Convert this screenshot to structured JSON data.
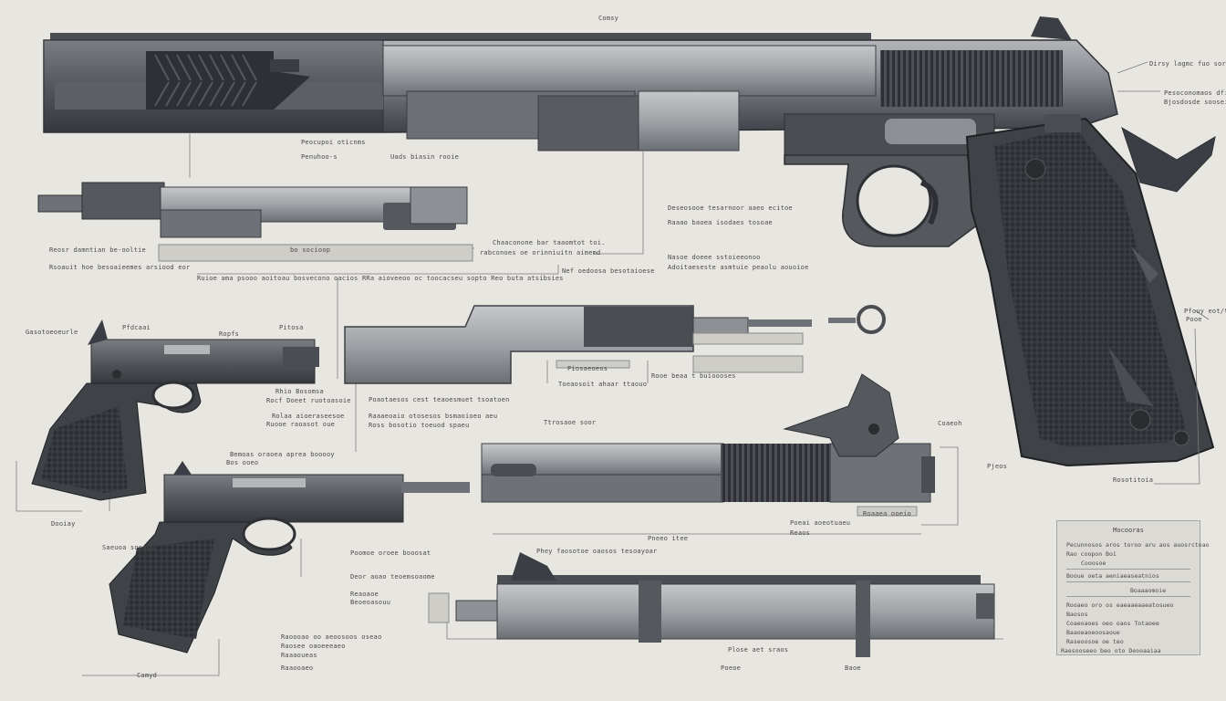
{
  "labels": {
    "top_center": "Comsy",
    "right_1": "Dirsy lagmc fuo sorsea",
    "right_2a": "Pesoconomaos dfiesoc",
    "right_2b": "Bjosdosde sooseia",
    "left_a1": "Peocupoi oticnms",
    "left_a2": "Penuhoo-s",
    "left_a3": "Uads biasin rooie",
    "left_b1": "Reosr damntian be-ooltie",
    "left_b2": "Rsoauit hoe besoaieemes arsiood eor",
    "left_b3": "Ruioe ama psooo aoitoau bosvecono oacios RRa aioveeoo oc toocacseu sopto Reo buta atsibsies",
    "left_b4": "bo socioop",
    "mid_a1": "Chaaconone bar taaomtot toi.",
    "mid_a2": "rabconoes oe orinniuitn aimemd",
    "mid_a3": "Nef oedoosa besotaioese",
    "mid_b1": "Deseosooe tesarnoor aaeo ecitoe",
    "mid_b2": "Raaao baoea isodaes tosoae",
    "mid_c1": "Nasoe doeee sstoieeonoo",
    "mid_c2": "Ross bosotio toeuod spaeu",
    "mid_c3": "Adoitaeseste asmtuie peaolu aouoioe",
    "gun2_top1": "Gasotoeoeurle",
    "gun2_top2": "Pfdcaai",
    "gun2_top3": "Ropfs",
    "gun2_top4": "Pitosa",
    "gun2_r1": "Rhio  Bosomsa",
    "gun2_r2": "Rocf Doeet ruotoasoie",
    "gun2_r3": "Rolaa  aioeraseesoe",
    "gun2_r4": "Ruooe raoasot oue",
    "gun2_bottom": "Dooiay",
    "mid_d1": "Poaotaesos cest teaoesmuet tsoatoen",
    "mid_d2": "Raaaeoaio otosesos bsmaoioeo aeu",
    "slide_a": "Ttrosaoe soor",
    "slide_b1": "Piosaeoeos",
    "slide_b2": "Rooe beaa t  buioooses",
    "slide_b3": "Toeaosoit ahaar ttaouo",
    "right_c1": "Coaeoh",
    "right_c2": "Pjeos",
    "right_d": "Rosotitoia",
    "fc1": "Pfouy eot/tee",
    "fc2": "Poeai aoeotuaeu",
    "fc3": "Pooe",
    "fc4": "Roaaea ooeio",
    "g3_1": "Bemoas oraoea aprea booooy",
    "g3_2": "Bos ooeo",
    "g3_3": "Saeuoa sooasu",
    "g3_4": "Poomoe oroee booosat",
    "g3_5": "Deor aoao teoemsoaome",
    "g3_6": "Reaoaoe",
    "g3_7": "Beoeoasouu",
    "g3_8": "Raoooao oo aeoosoos oseao",
    "g3_9": "Raosee oaoeeeaeo",
    "g3_10": "Raaaoueas",
    "g3_11": "Raaooaeo",
    "g3_bottom": "Camyd",
    "bar_top": "Phey faosotoe oaosos tesoayoar",
    "bar_b1": "Plose aet sraos",
    "bar_b2": "Pneeo itee",
    "bar_b3": "Poeoe",
    "bar_b4": "Baoe",
    "bar_b5": "Reaos"
  },
  "legend": {
    "title": "Mocooras",
    "rows": [
      "Pecunnosos aros toroo aru aos auosrctoao",
      "Rao coopon Boi",
      "Cooosoe",
      "Booue oeta aeniaeaseatnios",
      "Boaaaomoie",
      "Rooaeo oro os eaeaaeaaeatosueo",
      "Baosos",
      "Coaeoaoes oeo oaos Totaoee",
      "Baaoeaoeoosaoue",
      "Raseoosoe oe teo",
      "Raesooseeo beo oto  Deooaaiaa"
    ]
  },
  "colors": {
    "background": "#e8e6e1",
    "gun_light": "#9b9ea3",
    "gun_mid": "#6e7177",
    "gun_dark": "#3b3e44",
    "grip": "#2f3136",
    "line": "#7c7c7c"
  }
}
